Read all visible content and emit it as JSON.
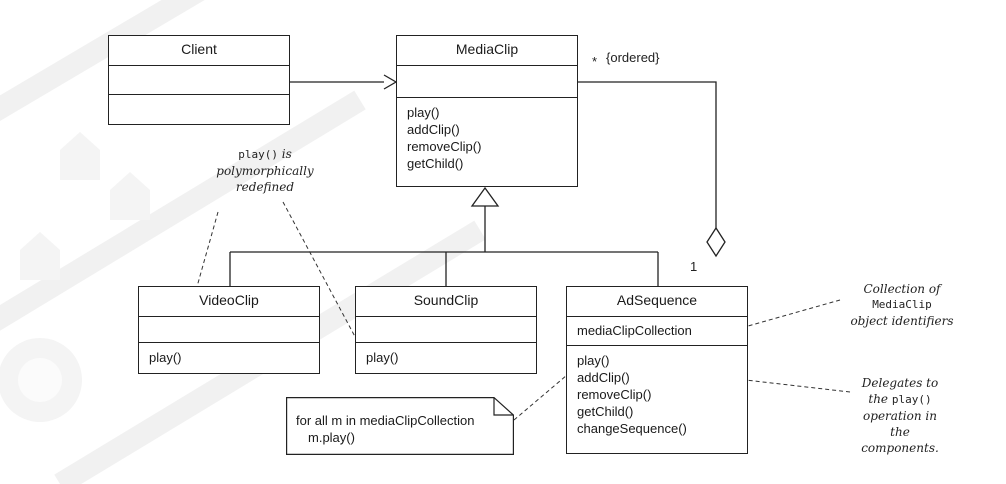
{
  "classes": {
    "client": {
      "name": "Client"
    },
    "mediaclip": {
      "name": "MediaClip",
      "ops": [
        "play()",
        "addClip()",
        "removeClip()",
        "getChild()"
      ]
    },
    "videoclip": {
      "name": "VideoClip",
      "ops": [
        "play()"
      ]
    },
    "soundclip": {
      "name": "SoundClip",
      "ops": [
        "play()"
      ]
    },
    "adsequence": {
      "name": "AdSequence",
      "attrs": [
        "mediaClipCollection"
      ],
      "ops": [
        "play()",
        "addClip()",
        "removeClip()",
        "getChild()",
        "changeSequence()"
      ]
    }
  },
  "multiplicity": {
    "many": "*",
    "ordered": "{ordered}",
    "one": "1"
  },
  "note": {
    "line1": "for all m in mediaClipCollection",
    "line2": "m.play()"
  },
  "annotations": {
    "poly": {
      "code": "play()",
      "text1": "is",
      "text2": "polymorphically",
      "text3": "redefined"
    },
    "collection": {
      "text1": "Collection of",
      "code": "MediaClip",
      "text2": "object identifiers"
    },
    "delegates": {
      "text1": "Delegates to",
      "pre": "the",
      "code": "play()",
      "text2": "operation in",
      "text3": "the",
      "text4": "components."
    }
  }
}
